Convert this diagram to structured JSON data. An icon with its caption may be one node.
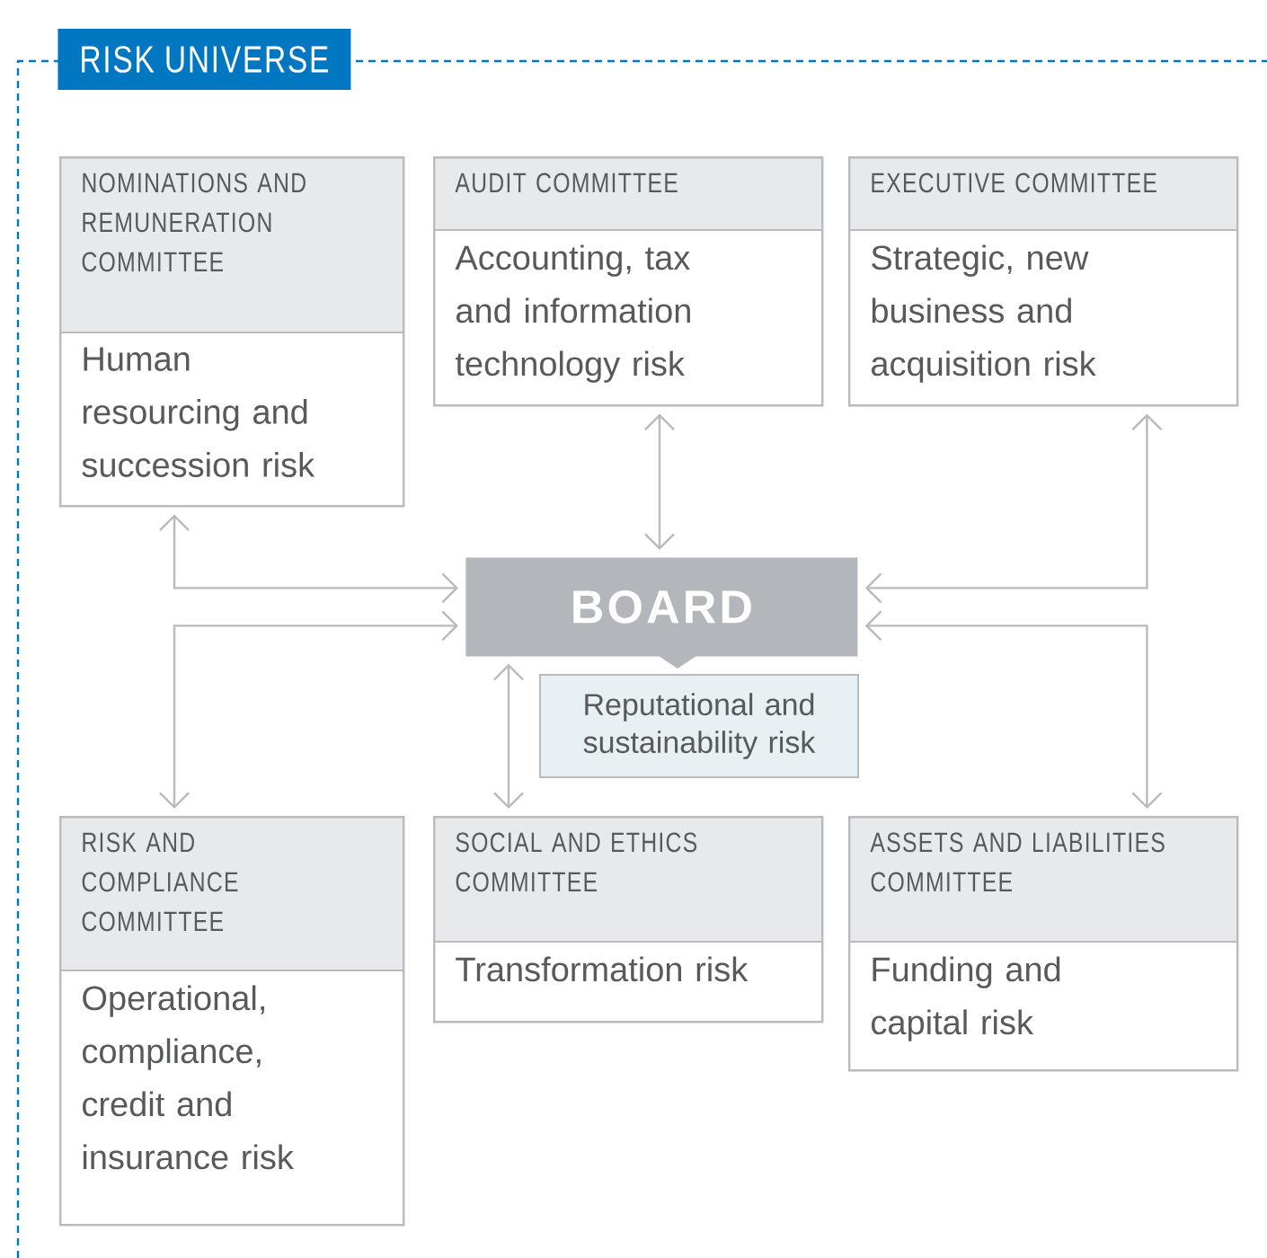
{
  "diagram": {
    "nodes": [
      {
        "text": [
          "RISK UNIVERSE"
        ]
      },
      {
        "text": [
          "NOMINATIONS AND REMUNERATION COMMITTEE",
          "Human resourcing and succession risk"
        ],
        "in": 0
      },
      {
        "text": [
          "AUDIT COMMITTEE",
          "Accounting, tax and information technology risk"
        ],
        "in": 0
      },
      {
        "text": [
          "EXECUTIVE COMMITTEE",
          "Strategic, new business and acquisition risk"
        ],
        "in": 0
      },
      {
        "text": [
          "BOARD"
        ],
        "in": 0
      },
      {
        "text": [
          "Reputational and sustainability risk"
        ],
        "in": 0
      },
      {
        "text": [
          "RISK AND COMPLIANCE COMMITTEE",
          "Operational, compliance, credit and insurance risk"
        ],
        "in": 0
      },
      {
        "text": [
          "SOCIAL AND ETHICS COMMITTEE",
          "Transformation risk"
        ],
        "in": 0
      },
      {
        "text": [
          "ASSETS AND LIABILITIES COMMITTEE",
          "Funding and capital risk"
        ],
        "in": 0
      }
    ],
    "edges": [
      {
        "from": 1,
        "to": 4,
        "arrow": "both"
      },
      {
        "from": 2,
        "to": 4,
        "arrow": "both"
      },
      {
        "from": 3,
        "to": 4,
        "arrow": "both"
      },
      {
        "from": 6,
        "to": 4,
        "arrow": "both"
      },
      {
        "from": 7,
        "to": 4,
        "arrow": "both"
      },
      {
        "from": 8,
        "to": 4,
        "arrow": "both"
      }
    ]
  }
}
